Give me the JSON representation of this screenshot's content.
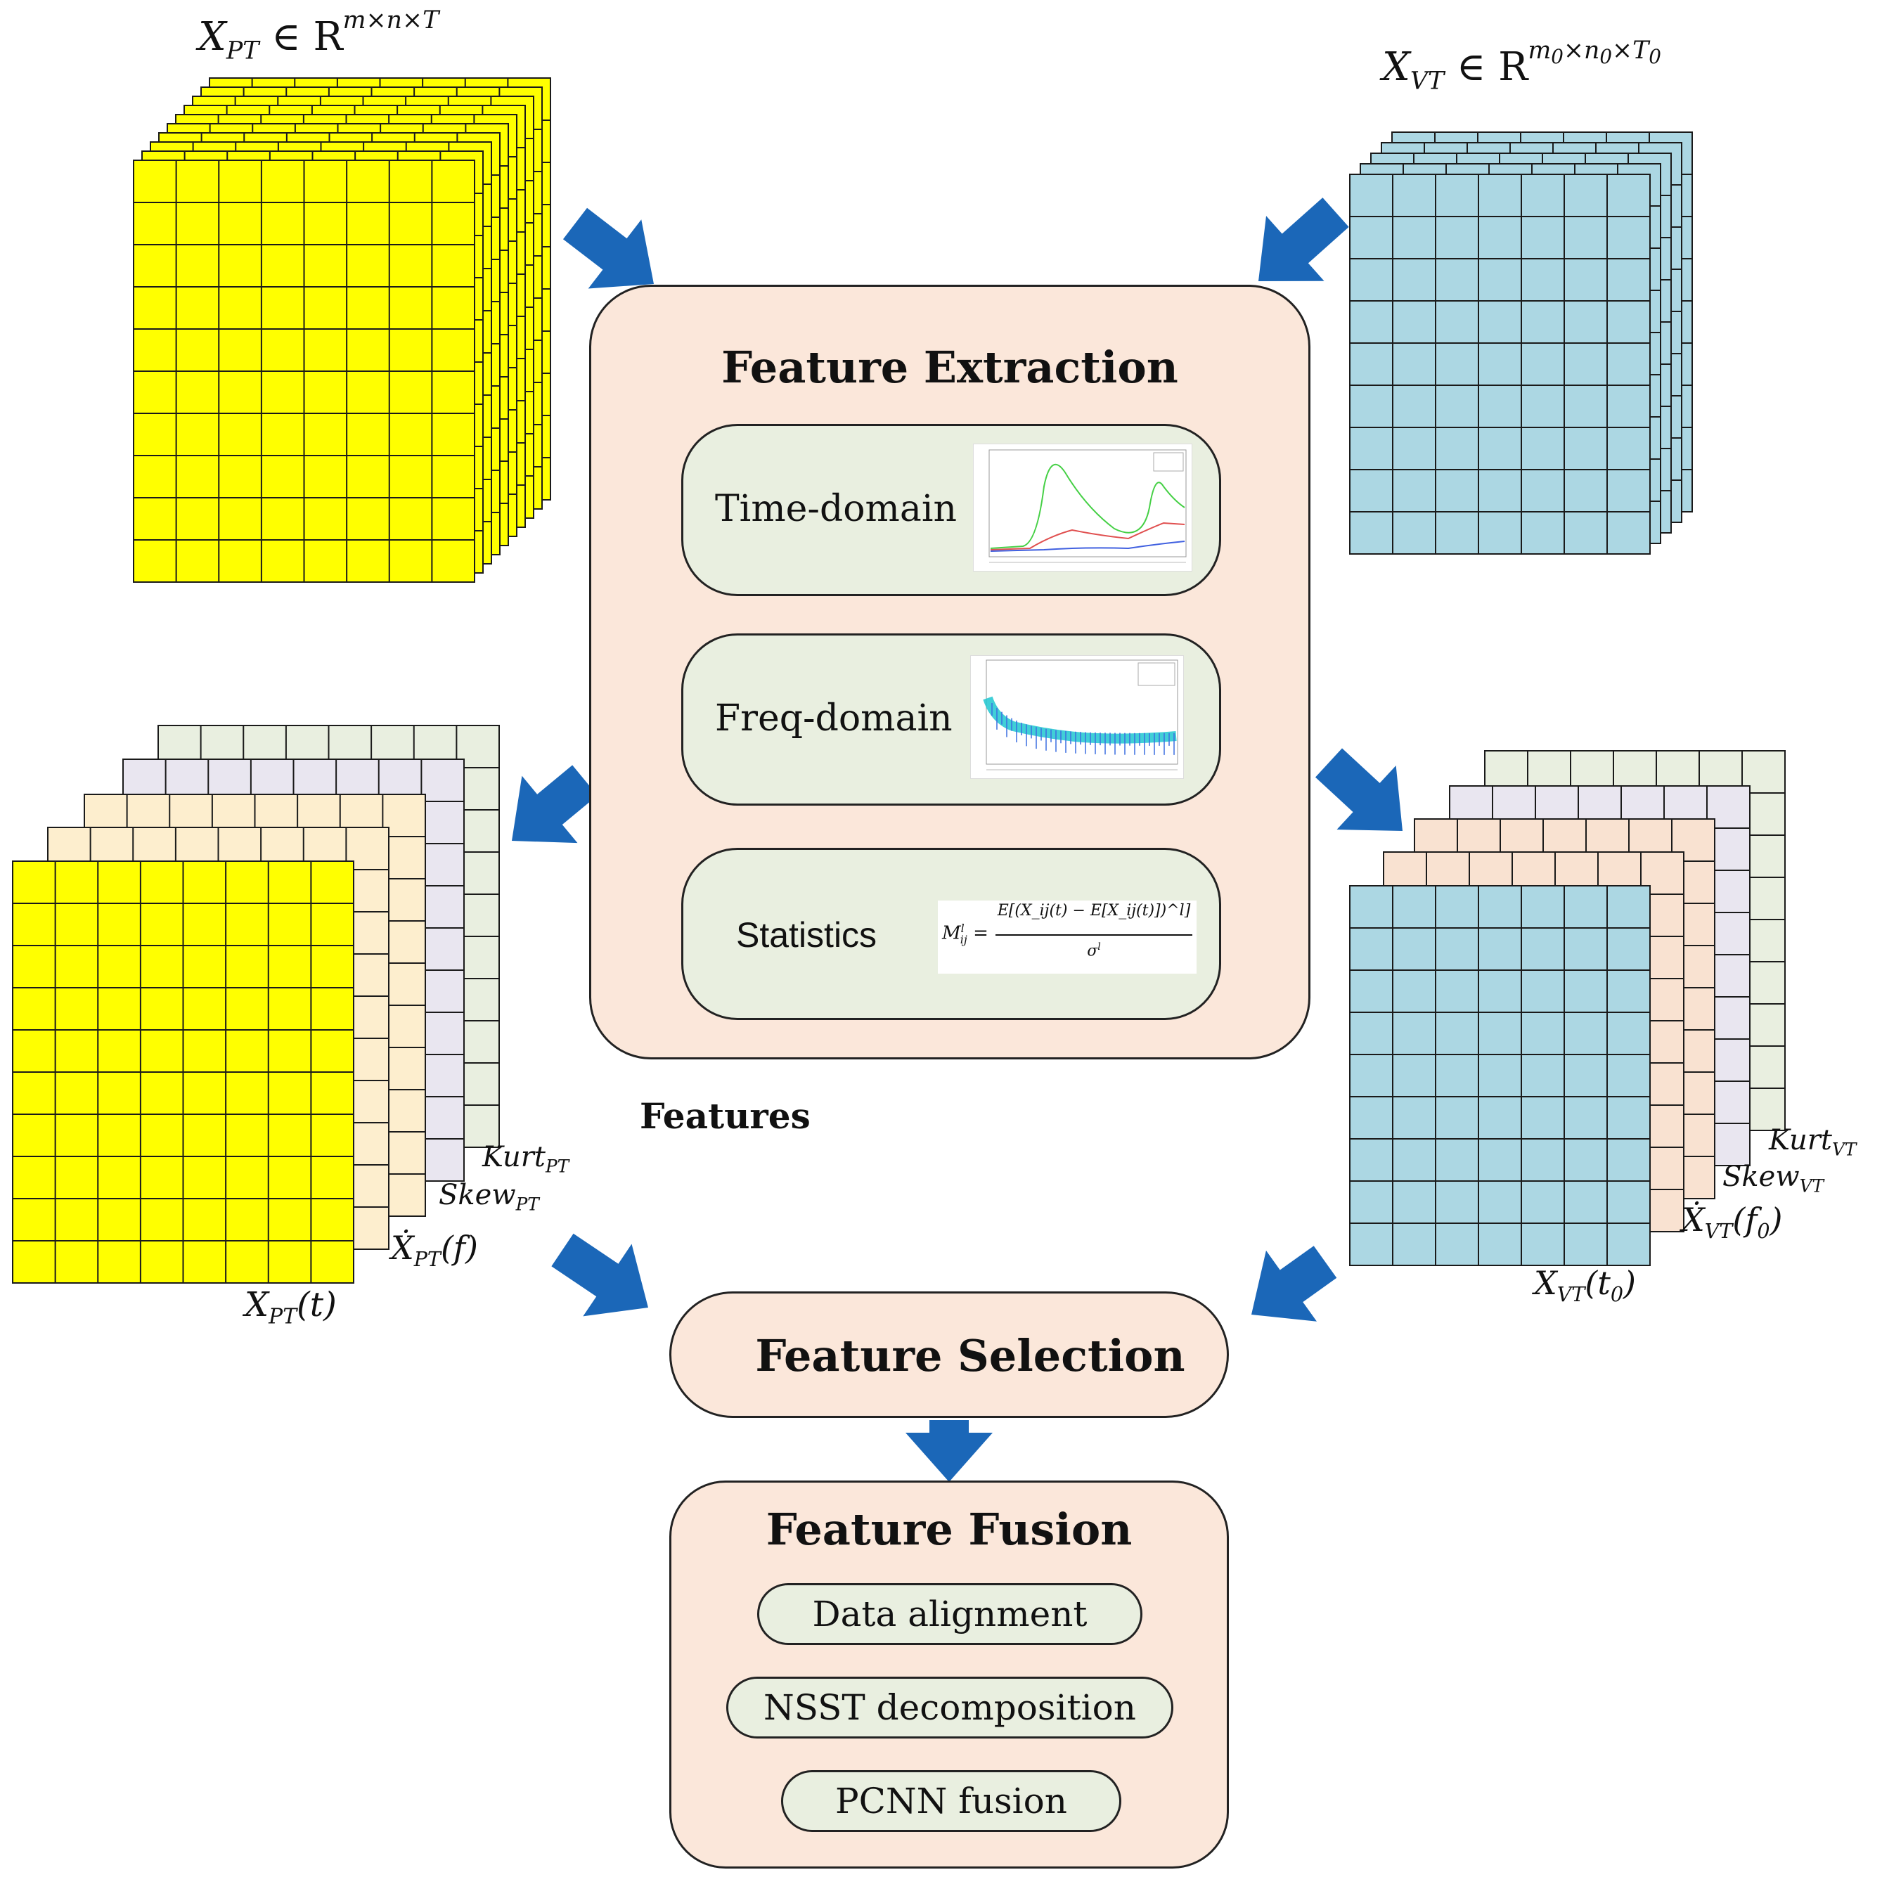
{
  "colors": {
    "yellow": "#ffff00",
    "blue": "#acd7e3",
    "peach": "#fbe7da",
    "sage": "#e9efe0",
    "lavender": "#e9e6f0",
    "cream": "#fdeece",
    "salmon": "#f9e2d1",
    "arrow": "#1b67b8"
  },
  "labels": {
    "input_pt": {
      "base": "X",
      "sub": "PT",
      "rel": " ∈ R",
      "sup": "m×n×T"
    },
    "input_vt": {
      "base": "X",
      "sub": "VT",
      "rel": " ∈ R",
      "sup_a": "m",
      "sup_a_sub": "0",
      "sup_b": "×n",
      "sup_b_sub": "0",
      "sup_c": "×T",
      "sup_c_sub": "0"
    },
    "pt_kurt": {
      "base": "Kurt",
      "sub": "PT"
    },
    "pt_skew": {
      "base": "Skew",
      "sub": "PT"
    },
    "pt_freq": {
      "base": "Ẋ",
      "sub": "PT",
      "arg": "(f)"
    },
    "pt_time": {
      "base": "X",
      "sub": "PT",
      "arg": "(t)"
    },
    "vt_kurt": {
      "base": "Kurt",
      "sub": "VT"
    },
    "vt_skew": {
      "base": "Skew",
      "sub": "VT"
    },
    "vt_freq": {
      "base": "Ẋ",
      "sub": "VT",
      "arg": "(f",
      "arg_sub": "0",
      "arg_end": ")"
    },
    "vt_time": {
      "base": "X",
      "sub": "VT",
      "arg": "(t",
      "arg_sub": "0",
      "arg_end": ")"
    },
    "features": "Features"
  },
  "extraction": {
    "title": "Feature Extraction",
    "items": [
      {
        "label": "Time-domain",
        "icon": "line-chart-icon"
      },
      {
        "label": "Freq-domain",
        "icon": "spectrum-chart-icon"
      },
      {
        "label": "Statistics",
        "icon": "moment-formula-icon"
      }
    ],
    "formula": {
      "lhs": "M",
      "lhs_sup": "l",
      "lhs_sub": "ij",
      "eq": " = ",
      "numerator": "E[(X_ij(t) − E[X_ij(t)])^l]",
      "denominator": "σ",
      "den_sup": "l"
    }
  },
  "selection": {
    "title": "Feature Selection"
  },
  "fusion": {
    "title": "Feature Fusion",
    "steps": [
      "Data alignment",
      "NSST decomposition",
      "PCNN fusion"
    ]
  }
}
